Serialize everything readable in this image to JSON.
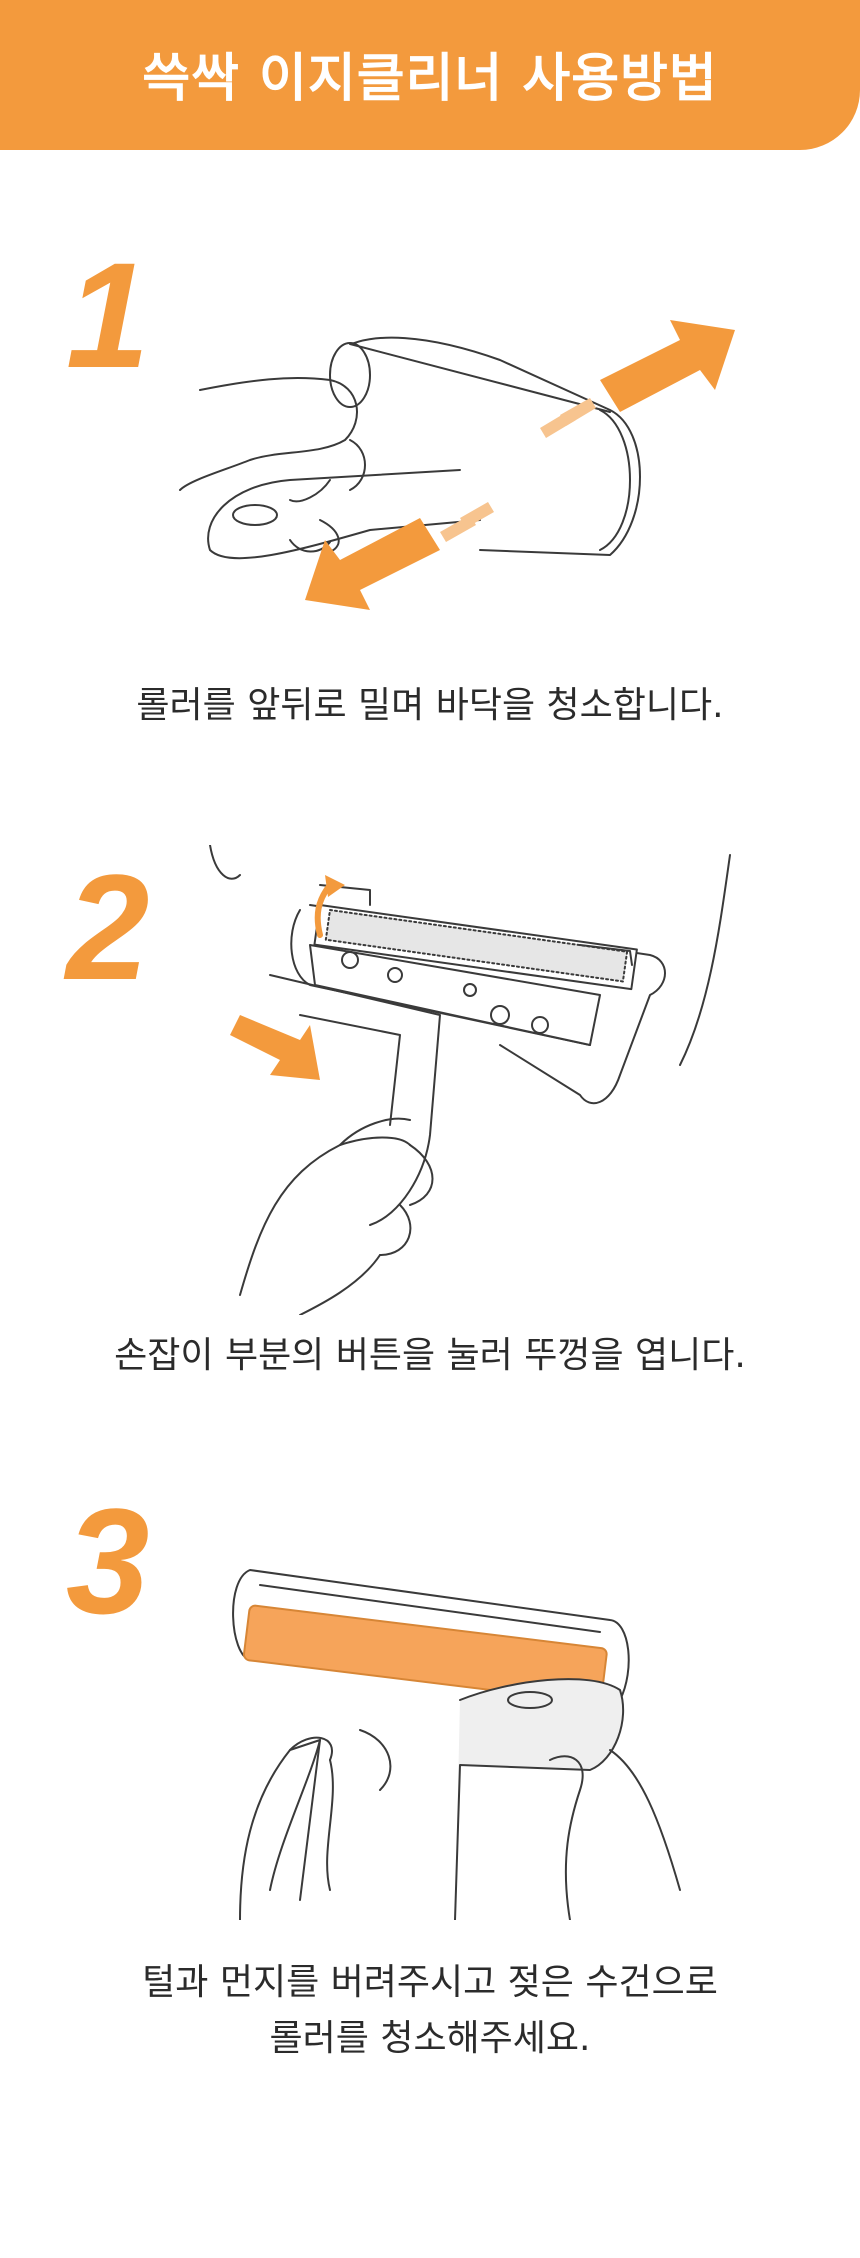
{
  "header": {
    "title": "쓱싹 이지클리너 사용방법"
  },
  "steps": [
    {
      "number": "1",
      "caption_lines": [
        "롤러를 앞뒤로 밀며 바닥을 청소합니다."
      ]
    },
    {
      "number": "2",
      "caption_lines": [
        "손잡이 부분의 버튼을 눌러 뚜껑을 엽니다."
      ]
    },
    {
      "number": "3",
      "caption_lines": [
        "털과 먼지를 버려주시고 젖은 수건으로",
        "롤러를 청소해주세요."
      ]
    }
  ],
  "colors": {
    "accent": "#f39a3d",
    "accent_light": "#f7c48f",
    "line": "#3a3a3a"
  }
}
